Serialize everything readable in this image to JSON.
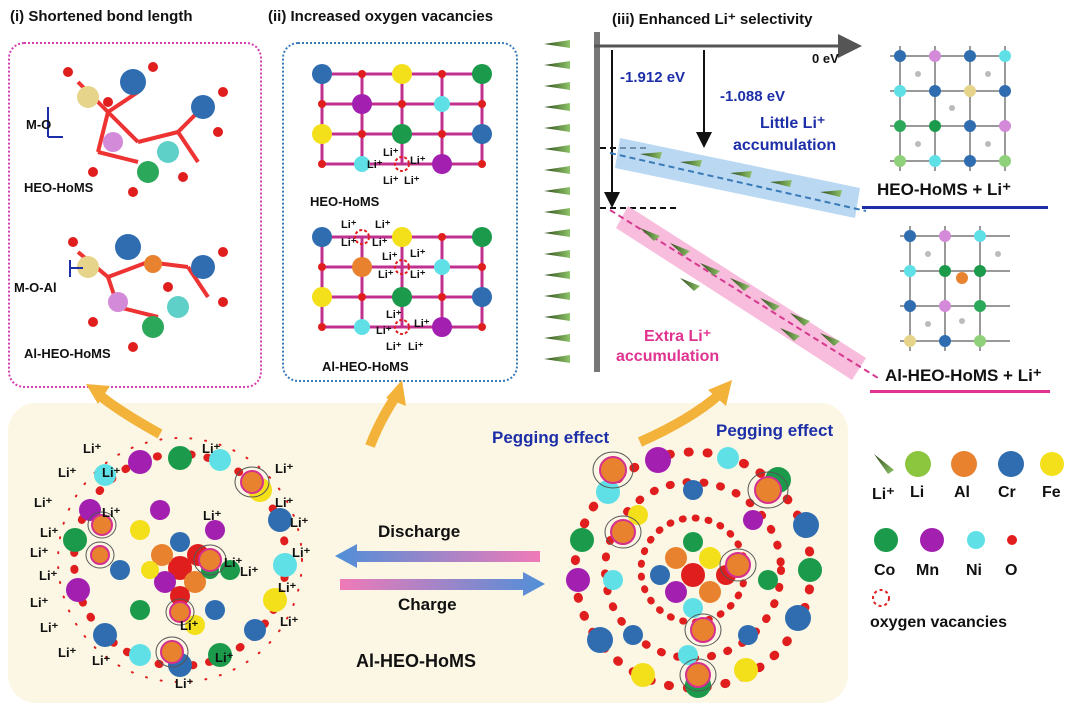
{
  "panels": {
    "p1_title": "(i) Shortened bond length",
    "p2_title": "(ii) Increased oxygen vacancies",
    "p3_title": "(iii) Enhanced  Li⁺ selectivity"
  },
  "panel1": {
    "bond1": "M-O",
    "struct1": "HEO-HoMS",
    "bond2": "M-O-Al",
    "struct2": "Al-HEO-HoMS"
  },
  "panel2": {
    "struct1": "HEO-HoMS",
    "struct2": "Al-HEO-HoMS",
    "li": "Li⁺"
  },
  "panel3": {
    "zero": "0 eV",
    "e1": "-1.912 eV",
    "e2": "-1.088 eV",
    "little": "Little Li⁺",
    "little2": "accumulation",
    "extra": "Extra Li⁺",
    "extra2": "accumulation",
    "heo_li": "HEO-HoMS + Li⁺",
    "alheo_li": "Al-HEO-HoMS + Li⁺"
  },
  "bottom": {
    "discharge": "Discharge",
    "charge": "Charge",
    "sphere_label": "Al-HEO-HoMS",
    "peg1": "Pegging effect",
    "peg2": "Pegging effect",
    "li": "Li⁺"
  },
  "legend": {
    "items": [
      {
        "label": "Li⁺",
        "color": "#3f5a24",
        "icon": "li-ion-cone-icon"
      },
      {
        "label": "Li",
        "color": "#8cc63f",
        "icon": "li-atom-icon"
      },
      {
        "label": "Al",
        "color": "#e8822f",
        "icon": "al-atom-icon"
      },
      {
        "label": "Cr",
        "color": "#2f6db0",
        "icon": "cr-atom-icon"
      },
      {
        "label": "Fe",
        "color": "#f3e01a",
        "icon": "fe-atom-icon"
      },
      {
        "label": "Co",
        "color": "#1a9a4a",
        "icon": "co-atom-icon"
      },
      {
        "label": "Mn",
        "color": "#a21fb0",
        "icon": "mn-atom-icon"
      },
      {
        "label": "Ni",
        "color": "#5fe0e6",
        "icon": "ni-atom-icon"
      },
      {
        "label": "O",
        "color": "#e01e1e",
        "icon": "o-atom-icon"
      }
    ],
    "vacancy": "oxygen vacancies"
  },
  "colors": {
    "panel1_border": "#d33fb0",
    "panel2_border": "#3a7ab8",
    "blue_text": "#1d2fa8",
    "pink_text": "#e0338f",
    "arrow_gold": "#f3b23a"
  }
}
